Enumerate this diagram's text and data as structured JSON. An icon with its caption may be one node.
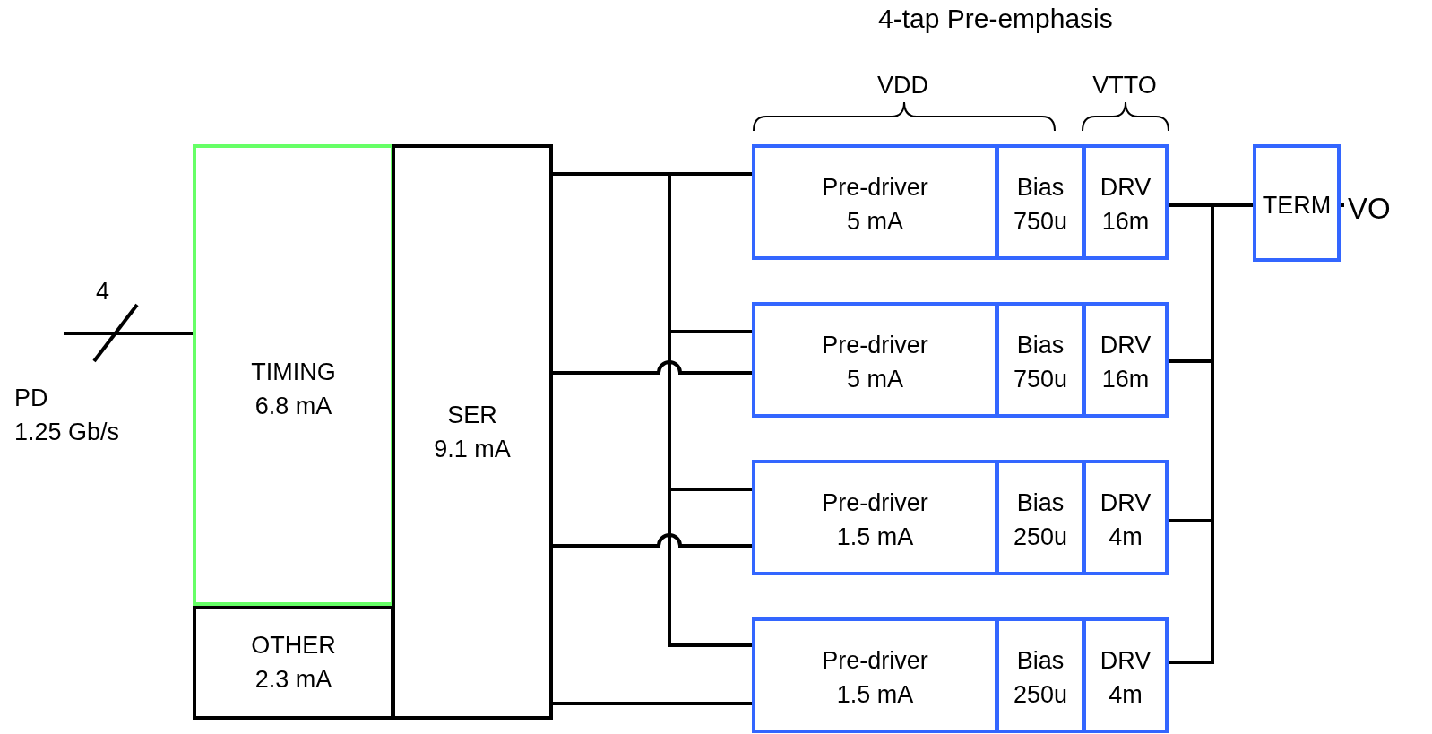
{
  "diagram": {
    "title": "4-tap Pre-emphasis",
    "nodes": [
      {
        "text": [
          "PD",
          "1.25 Gb/s"
        ]
      },
      {
        "text": [
          "TIMING",
          "6.8 mA"
        ]
      },
      {
        "text": [
          "OTHER",
          "2.3 mA"
        ]
      },
      {
        "text": [
          "SER",
          "9.1 mA"
        ]
      },
      {
        "text": [
          "Pre-driver",
          "5 mA"
        ]
      },
      {
        "text": [
          "Bias",
          "750u"
        ]
      },
      {
        "text": [
          "DRV",
          "16m"
        ]
      },
      {
        "text": [
          "Pre-driver",
          "5 mA"
        ]
      },
      {
        "text": [
          "Bias",
          "750u"
        ]
      },
      {
        "text": [
          "DRV",
          "16m"
        ]
      },
      {
        "text": [
          "Pre-driver",
          "1.5 mA"
        ]
      },
      {
        "text": [
          "Bias",
          "250u"
        ]
      },
      {
        "text": [
          "DRV",
          "4m"
        ]
      },
      {
        "text": [
          "Pre-driver",
          "1.5 mA"
        ]
      },
      {
        "text": [
          "Bias",
          "250u"
        ]
      },
      {
        "text": [
          "DRV",
          "4m"
        ]
      },
      {
        "text": [
          "TERM"
        ]
      },
      {
        "text": [
          "VO"
        ]
      }
    ],
    "edges": [
      {
        "from": 0,
        "to": 1,
        "arrow": "none",
        "label": "4"
      },
      {
        "from": 3,
        "to": 4,
        "arrow": "none"
      },
      {
        "from": 3,
        "to": 7,
        "arrow": "none"
      },
      {
        "from": 3,
        "to": 10,
        "arrow": "none"
      },
      {
        "from": 3,
        "to": 13,
        "arrow": "none"
      },
      {
        "from": 3,
        "to": 7,
        "arrow": "none"
      },
      {
        "from": 3,
        "to": 10,
        "arrow": "none"
      },
      {
        "from": 3,
        "to": 13,
        "arrow": "none"
      },
      {
        "from": 6,
        "to": 16,
        "arrow": "none"
      },
      {
        "from": 9,
        "to": 16,
        "arrow": "none"
      },
      {
        "from": 12,
        "to": 16,
        "arrow": "none"
      },
      {
        "from": 15,
        "to": 16,
        "arrow": "none"
      },
      {
        "from": 16,
        "to": 17,
        "arrow": "none"
      }
    ],
    "labels": [
      "VDD",
      "VTTO"
    ]
  }
}
